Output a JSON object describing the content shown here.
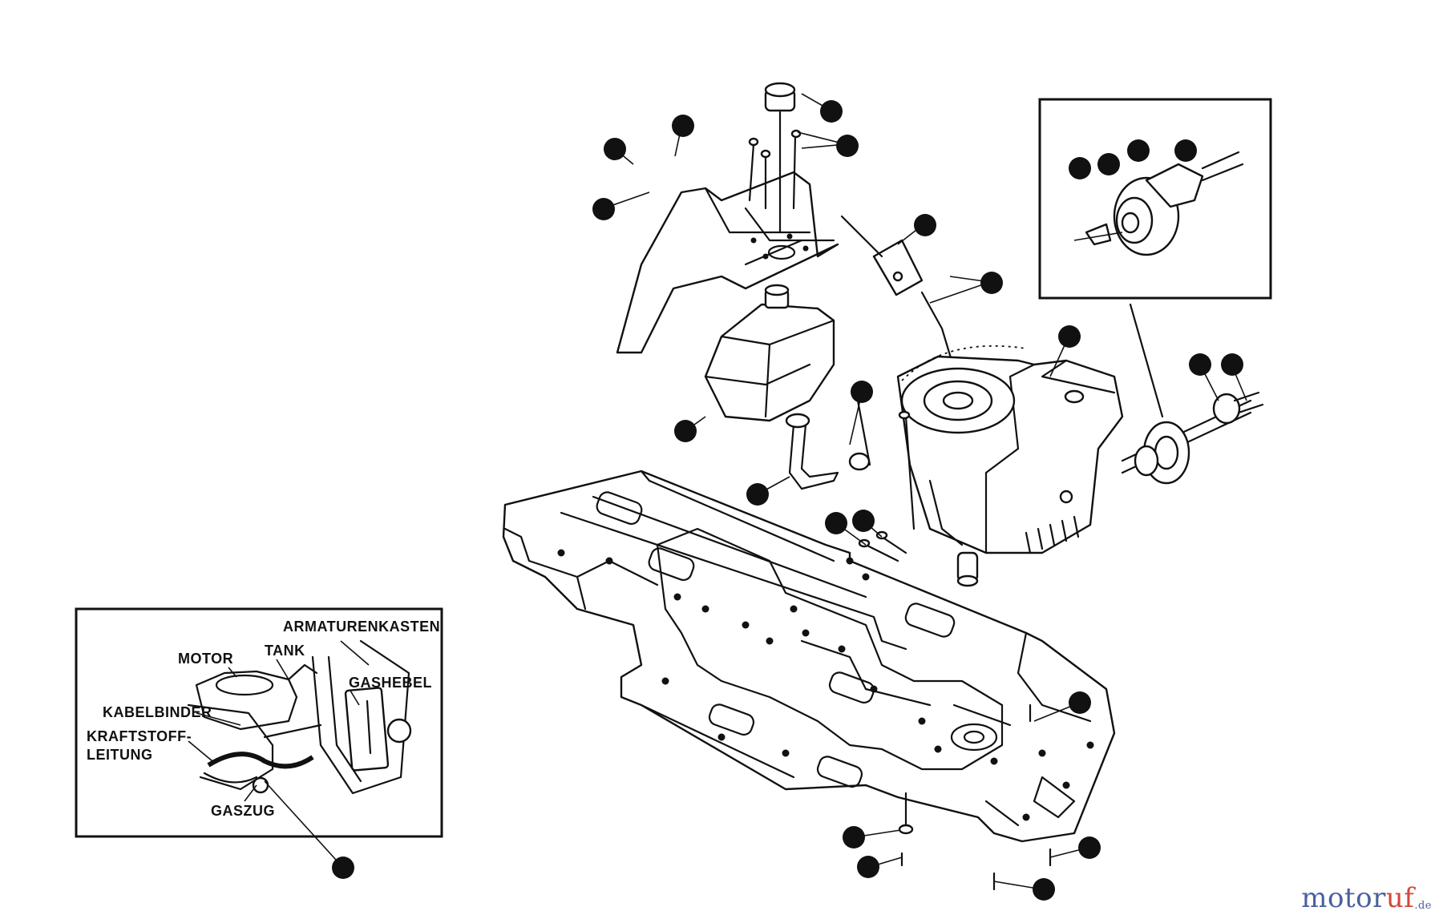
{
  "inset": {
    "labels": {
      "armaturenkasten": "ARMATURENKASTEN",
      "tank": "TANK",
      "motor": "MOTOR",
      "gashebel": "GASHEBEL",
      "kabelbinder": "KABELBINDER",
      "kraftstoff_line1": "KRAFTSTOFF-",
      "kraftstoff_line2": "LEITUNG",
      "gaszug": "GASZUG"
    }
  },
  "watermark": {
    "name": "motoruf",
    "name_part1": "motor",
    "name_part2": "uf",
    "tld": ".de",
    "colors": {
      "primary": "#4a5f9e",
      "accent": "#d2483b"
    }
  },
  "colors": {
    "ink": "#111111",
    "background": "#ffffff"
  }
}
